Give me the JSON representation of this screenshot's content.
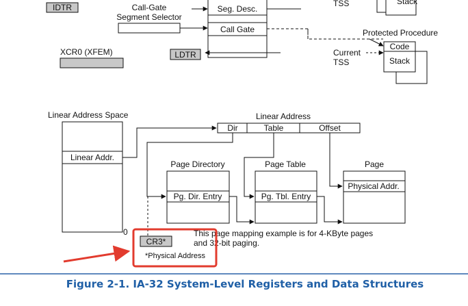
{
  "registers": {
    "idtr": "IDTR",
    "xcr0": "XCR0 (XFEM)",
    "ldtr": "LDTR",
    "cr3": "CR3*",
    "call_gate_selector_line1": "Call-Gate",
    "call_gate_selector_line2": "Segment Selector"
  },
  "segments": {
    "seg_desc": "Seg. Desc.",
    "call_gate": "Call Gate",
    "tss_top": "TSS",
    "stack_top": "Stack",
    "protected_procedure": "Protected Procedure",
    "code": "Code",
    "stack": "Stack",
    "current_tss_line1": "Current",
    "current_tss_line2": "TSS"
  },
  "paging": {
    "linear_address_space": "Linear Address Space",
    "linear_address": "Linear Address",
    "fields": [
      "Dir",
      "Table",
      "Offset"
    ],
    "linear_addr_entry": "Linear Addr.",
    "zero": "0",
    "page_directory": "Page Directory",
    "page_table": "Page Table",
    "page": "Page",
    "pg_dir_entry": "Pg. Dir. Entry",
    "pg_tbl_entry": "Pg. Tbl. Entry",
    "physical_addr": "Physical Addr.",
    "note_line1": "This page mapping example is for 4-KByte pages",
    "note_line2": "and 32-bit paging.",
    "physical_address_note": "*Physical Address"
  },
  "caption": "Figure 2-1.  IA-32 System-Level Registers and Data Structures",
  "colors": {
    "register_fill": "#c8c8c8",
    "highlight": "#e23b2e",
    "caption": "#1f5fa6"
  }
}
